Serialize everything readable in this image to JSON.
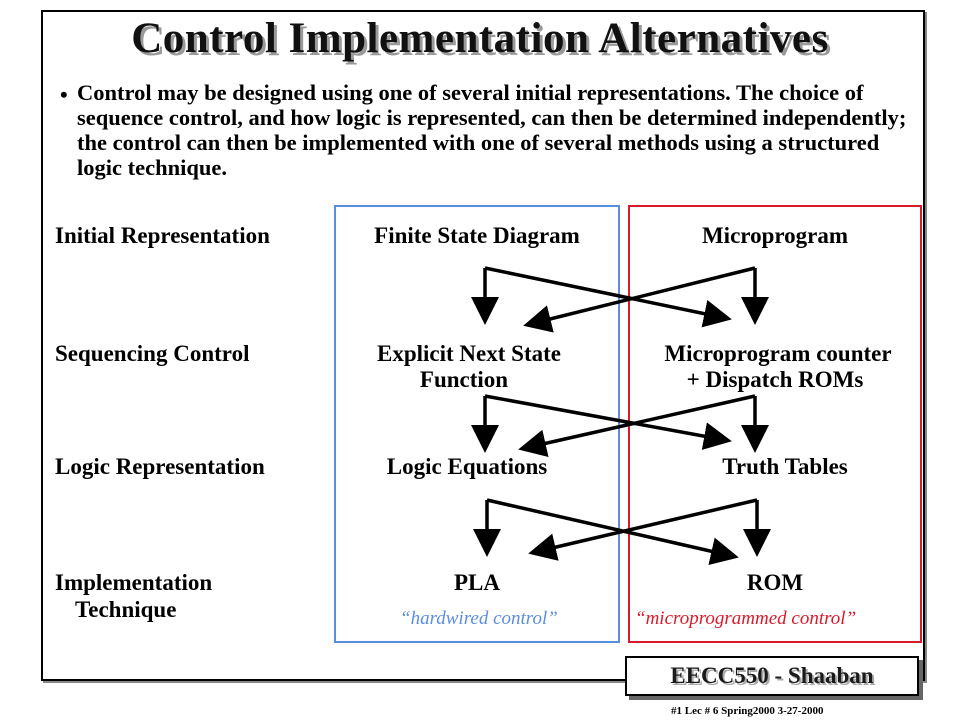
{
  "title": "Control Implementation Alternatives",
  "bullet": "Control may be designed using one of several initial representations. The choice of sequence control, and how logic is represented, can then be determined independently; the control can then be implemented with one of several methods using a structured logic technique.",
  "rows": {
    "initial": {
      "label": "Initial Representation",
      "left": "Finite State Diagram",
      "right": "Microprogram"
    },
    "sequencing": {
      "label": "Sequencing Control",
      "left_line1": "Explicit Next State",
      "left_line2": "Function",
      "right_line1": "Microprogram counter",
      "right_line2": "+ Dispatch ROMs"
    },
    "logic": {
      "label": "Logic Representation",
      "left": "Logic Equations",
      "right": "Truth Tables"
    },
    "implementation": {
      "label_line1": "Implementation",
      "label_line2": "Technique",
      "left": "PLA",
      "right": "ROM"
    }
  },
  "captions": {
    "left": "“hardwired control”",
    "right": "“microprogrammed control”"
  },
  "colors": {
    "left_box": "#5b8de0",
    "right_box": "#d81a2a"
  },
  "badge": "EECC550 - Shaaban",
  "footer": "#1  Lec # 6  Spring2000  3-27-2000"
}
